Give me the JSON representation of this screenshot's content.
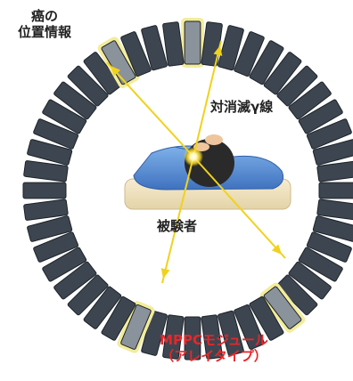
{
  "labels": {
    "cancer_position": [
      "癌の",
      "位置情報"
    ],
    "gamma_pair": "対消滅γ線",
    "subject": "被験者",
    "module": [
      "MPPCモジュール",
      "（アレイタイプ）"
    ]
  },
  "ring": {
    "module_count": 48,
    "highlighted_module_indices": [
      0,
      19,
      27,
      44
    ]
  },
  "colors": {
    "module_fill": "#3d4650",
    "module_edge": "#1c2228",
    "module_highlight": "#8a939b",
    "module_glow": "#f3ec9a",
    "gamma_line": "#f0d21c",
    "label_red": "#e8262a",
    "body_blue": "#4a7fc9",
    "bed": "#efe2bf"
  }
}
